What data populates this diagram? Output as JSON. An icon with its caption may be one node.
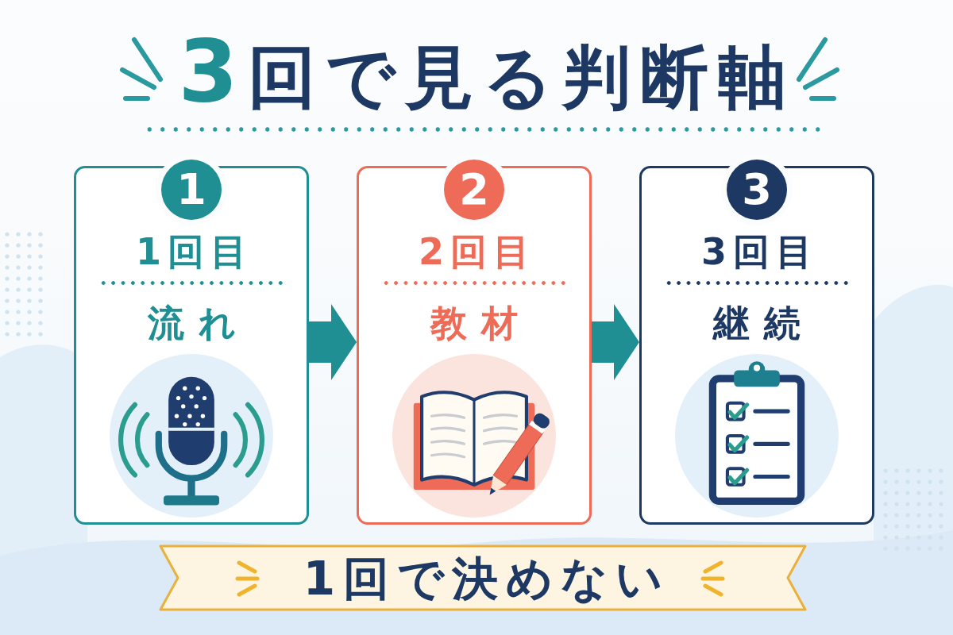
{
  "diagram": {
    "title": "3回で見る判断軸",
    "nodes": [
      {
        "text": [
          "1"
        ]
      },
      {
        "text": [
          "1回目",
          "流れ"
        ]
      },
      {
        "text": [
          "2"
        ]
      },
      {
        "text": [
          "2回目",
          "教材"
        ]
      },
      {
        "text": [
          "3"
        ]
      },
      {
        "text": [
          "3回目",
          "継続"
        ]
      },
      {
        "text": [
          "1回で決めない"
        ]
      }
    ],
    "edges": [
      {
        "from": 1,
        "to": 3,
        "arrow": "to"
      },
      {
        "from": 3,
        "to": 5,
        "arrow": "to"
      }
    ]
  }
}
